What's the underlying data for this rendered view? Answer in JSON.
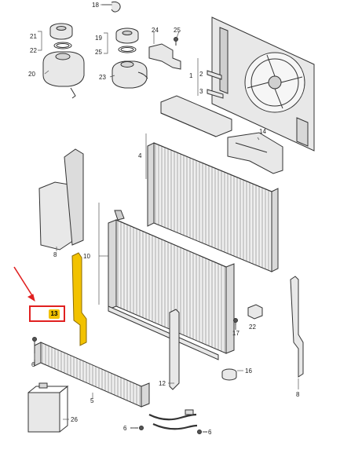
{
  "diagram": {
    "callouts": {
      "c1": "1",
      "c2": "2",
      "c3": "3",
      "c4": "4",
      "c5": "5",
      "c6a": "6",
      "c6b": "6",
      "c6c": "6",
      "c8": "8",
      "c10": "10",
      "c12": "12",
      "c13": "13",
      "c14": "14",
      "c16": "16",
      "c17": "17",
      "c18": "18",
      "c19": "19",
      "c20": "20",
      "c21": "21",
      "c22": "22",
      "c23": "23",
      "c24": "24",
      "c25": "25",
      "c26": "26"
    },
    "colors": {
      "line": "#333333",
      "part_fill": "#e8e8e8",
      "highlight_part": "#f2c200",
      "highlight_box": "#e02020",
      "arrow": "#e02020"
    },
    "highlighted_part": "13"
  }
}
